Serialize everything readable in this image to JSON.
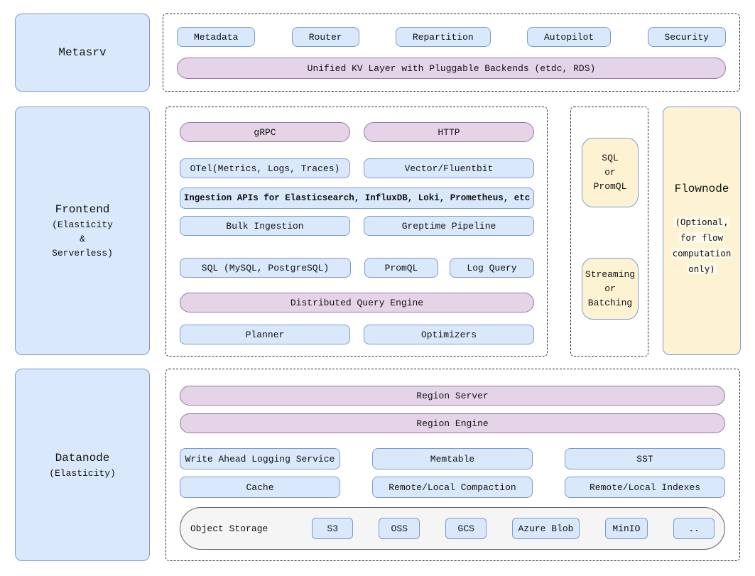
{
  "diagram": {
    "colors": {
      "blue_fill": "#d9e8fb",
      "blue_border": "#7a9cce",
      "purple_fill": "#e5d4e7",
      "purple_border": "#9877a9",
      "yellow_fill": "#fdf3d3",
      "yellow_border": "#7a9cce",
      "gray_fill": "#f5f5f5",
      "gray_border": "#5f5f5f",
      "ink": "#111111"
    },
    "metasrv": {
      "label": "Metasrv",
      "components": [
        "Metadata",
        "Router",
        "Repartition",
        "Autopilot",
        "Security"
      ],
      "kv_layer": "Unified KV Layer with Pluggable Backends (etdc, RDS)"
    },
    "frontend": {
      "label": "Frontend",
      "sublabel_lines": [
        "(Elasticity",
        "&",
        "Serverless)"
      ],
      "protocol_pills": [
        "gRPC",
        "HTTP"
      ],
      "collector_row": [
        "OTel(Metrics, Logs, Traces)",
        "Vector/Fluentbit"
      ],
      "ingestion_apis": "Ingestion APIs for Elasticsearch, InfluxDB, Loki, Prometheus, etc",
      "pipeline_row": [
        "Bulk Ingestion",
        "Greptime Pipeline"
      ],
      "query_row": [
        "SQL (MySQL, PostgreSQL)",
        "PromQL",
        "Log Query"
      ],
      "query_engine": "Distributed Query Engine",
      "planner_row": [
        "Planner",
        "Optimizers"
      ]
    },
    "flow_io": {
      "input_lines": [
        "SQL",
        "or",
        "PromQL"
      ],
      "mode_lines": [
        "Streaming",
        "or",
        "Batching"
      ]
    },
    "flownode": {
      "label": "Flownode",
      "note_lines": [
        "(Optional,",
        "for flow",
        "computation",
        "only)"
      ]
    },
    "datanode": {
      "label": "Datanode",
      "sublabel": "(Elasticity)",
      "region_server": "Region Server",
      "region_engine": "Region Engine",
      "storage_row1": [
        "Write Ahead Logging Service",
        "Memtable",
        "SST"
      ],
      "storage_row2": [
        "Cache",
        "Remote/Local Compaction",
        "Remote/Local Indexes"
      ],
      "object_storage": {
        "label": "Object Storage",
        "providers": [
          "S3",
          "OSS",
          "GCS",
          "Azure Blob",
          "MinIO",
          ".."
        ]
      }
    }
  }
}
